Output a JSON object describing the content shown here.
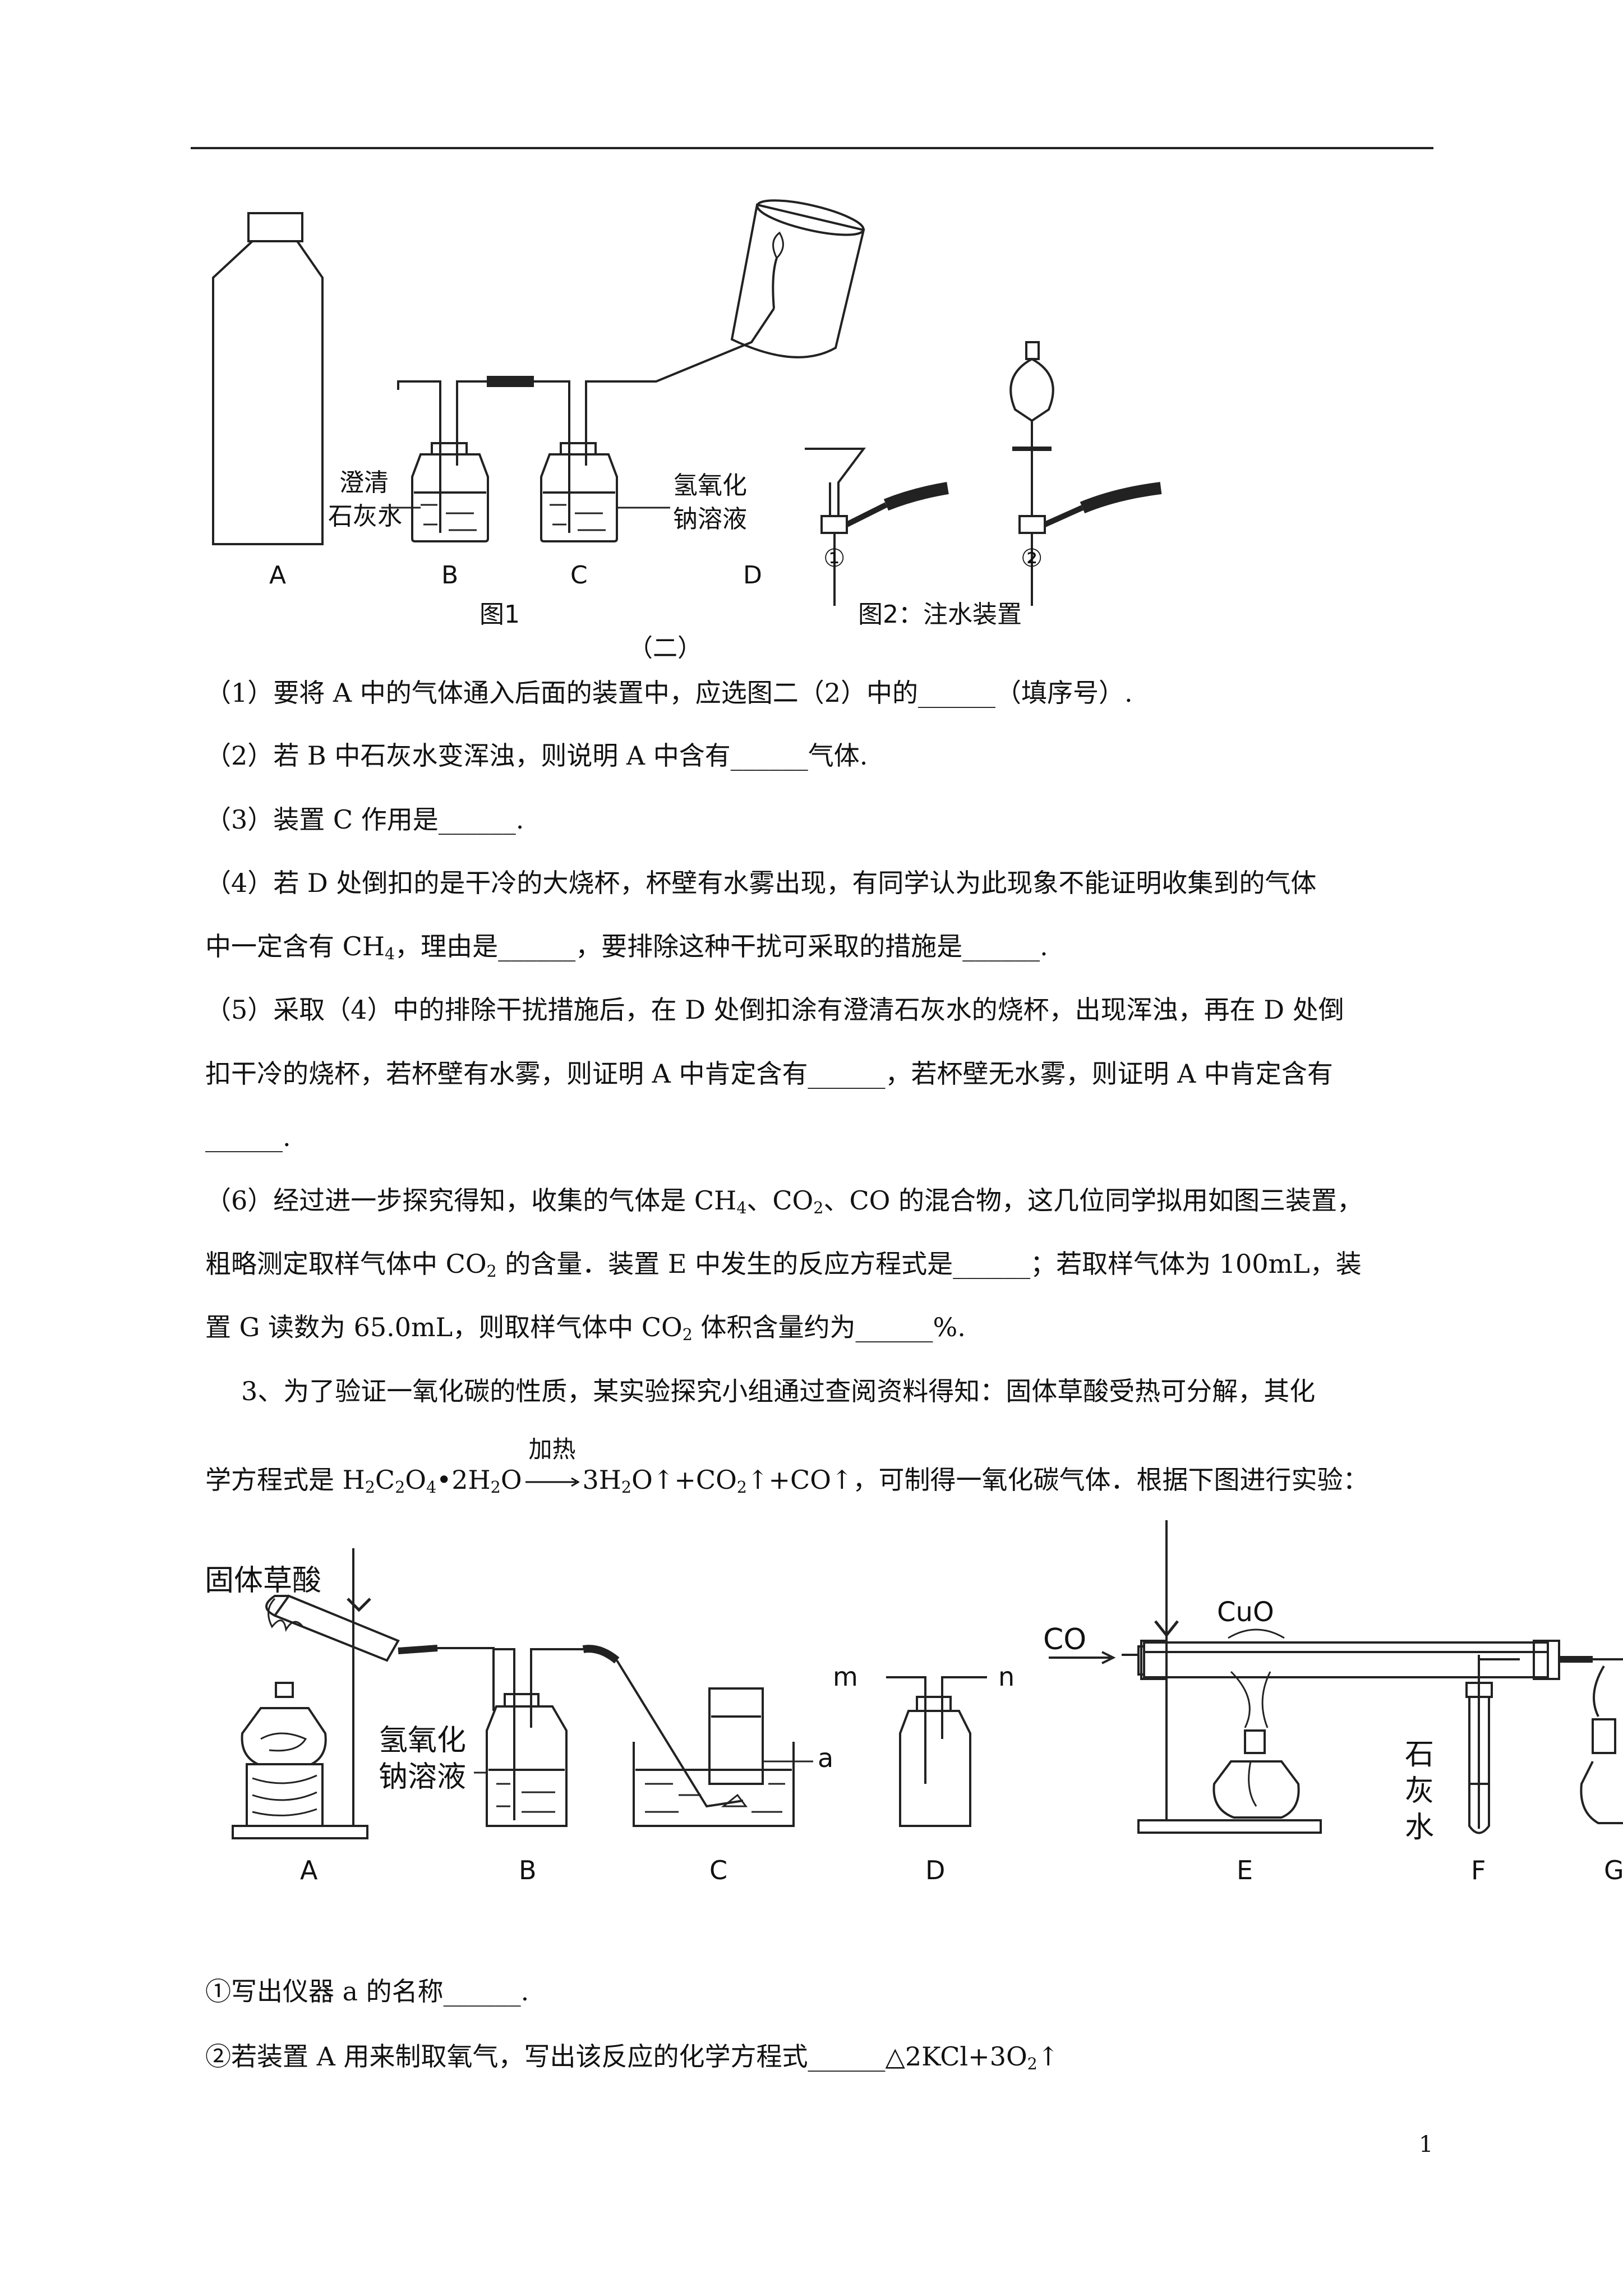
{
  "figure_top": {
    "labels": [
      "A",
      "B",
      "C",
      "D"
    ],
    "lime_water": [
      "澄清",
      "石灰水"
    ],
    "naoh_solution": [
      "氢氧化",
      "钠溶液"
    ],
    "fig1_caption": "图1",
    "fig2_caption": "图2：注水装置",
    "fig2_option1": "①",
    "fig2_option2": "②",
    "section_caption": "（二）"
  },
  "questions": {
    "q1": "（1）要将 A 中的气体通入后面的装置中，应选图二（2）中的______（填序号）.",
    "q2": "（2）若 B 中石灰水变浑浊，则说明 A 中含有______气体.",
    "q3": "（3）装置 C 作用是______.",
    "q4_line1": "（4）若 D 处倒扣的是干冷的大烧杯，杯壁有水雾出现，有同学认为此现象不能证明收集到的气体",
    "q4_line2_a": "中一定含有 CH",
    "q4_line2_sub": "4",
    "q4_line2_b": "，理由是______，要排除这种干扰可采取的措施是______.",
    "q5_line1": "（5）采取（4）中的排除干扰措施后，在 D 处倒扣涂有澄清石灰水的烧杯，出现浑浊，再在 D 处倒",
    "q5_line2": "扣干冷的烧杯，若杯壁有水雾，则证明 A 中肯定含有______，若杯壁无水雾，则证明 A 中肯定含有",
    "q5_line3": "______.",
    "q6_line1_a": "（6）经过进一步探究得知，收集的气体是 CH",
    "q6_line1_b": "、CO",
    "q6_line1_c": "、CO 的混合物，这几位同学拟用如图三装置，",
    "q6_line2_a": "粗略测定取样气体中 CO",
    "q6_line2_b": " 的含量．装置 E 中发生的反应方程式是______；若取样气体为 100mL，装",
    "q6_line3_a": "置 G 读数为 65.0mL，则取样气体中 CO",
    "q6_line3_b": " 体积含量约为______%.",
    "q7_line1": "3、为了验证一氧化碳的性质，某实验探究小组通过查阅资料得知：固体草酸受热可分解，其化",
    "q7_line2_a": "学方程式是 H",
    "q7_line2_b": "C",
    "q7_line2_c": "O",
    "q7_line2_d": "•2H",
    "q7_line2_e": "O",
    "q7_heat": "加热",
    "q7_line2_f": "3H",
    "q7_line2_g": "O↑+CO",
    "q7_line2_h": "↑+CO↑，可制得一氧化碳气体．根据下图进行实验：",
    "q8": "①写出仪器 a 的名称______.",
    "q9_a": "②若装置 A 用来制取氧气，写出该反应的化学方程式______△2KCl+3O",
    "q9_b": "↑"
  },
  "figure_bottom": {
    "solid_oxalic": "固体草酸",
    "naoh_solution": [
      "氢氧化",
      "钠溶液"
    ],
    "label_a": "a",
    "label_m": "m",
    "label_n": "n",
    "co_in": "CO",
    "cuo": "CuO",
    "lime_water": [
      "石",
      "灰",
      "水"
    ],
    "labels": [
      "A",
      "B",
      "C",
      "D",
      "E",
      "F",
      "G"
    ]
  },
  "page_number": "1"
}
